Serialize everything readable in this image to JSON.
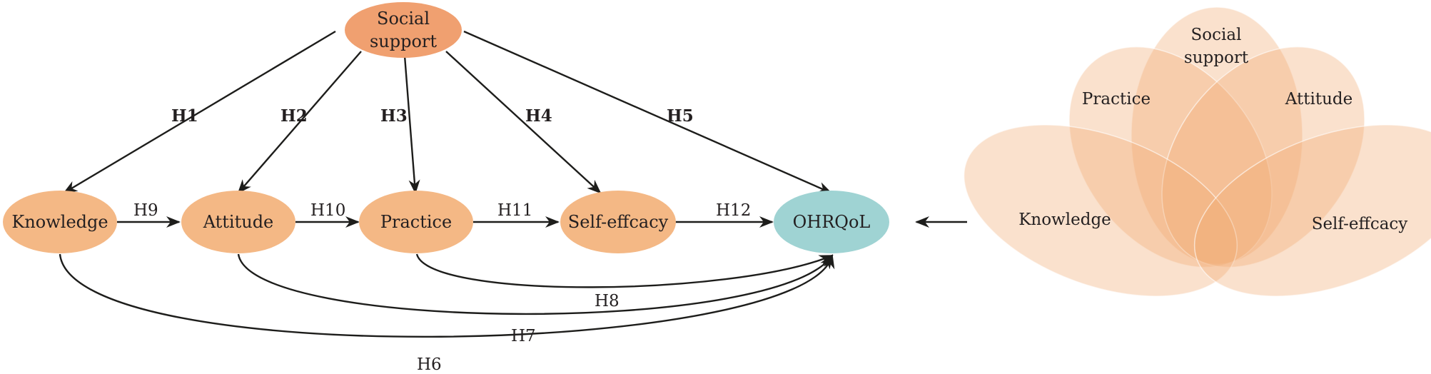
{
  "diagram": {
    "nodes": {
      "social_support": [
        "Social",
        "support"
      ],
      "knowledge": "Knowledge",
      "attitude": "Attitude",
      "practice": "Practice",
      "self_efficacy": "Self-effcacy",
      "ohrqol": "OHRQoL"
    },
    "edge_labels": {
      "h1": "H1",
      "h2": "H2",
      "h3": "H3",
      "h4": "H4",
      "h5": "H5",
      "h6": "H6",
      "h7": "H7",
      "h8": "H8",
      "h9": "H9",
      "h10": "H10",
      "h11": "H11",
      "h12": "H12"
    },
    "flower": {
      "social_support": [
        "Social",
        "support"
      ],
      "practice": "Practice",
      "attitude": "Attitude",
      "knowledge": "Knowledge",
      "self_efficacy": "Self-effcacy"
    },
    "colors": {
      "node_fill": "#f4b885",
      "social_support_fill": "#f0a070",
      "ohrqol_fill": "#9fd3d3",
      "petal_fill": "#f2a870",
      "arrow": "#1d1d1b"
    }
  }
}
